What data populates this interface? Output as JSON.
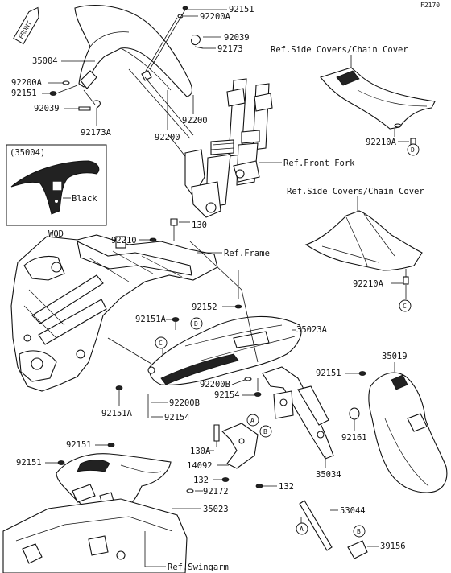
{
  "figure_code": "F2170",
  "front_badge": "FRONT",
  "part_labels": {
    "p92151_top": "92151",
    "p92200A_top": "92200A",
    "p92039_top": "92039",
    "p92173": "92173",
    "p35004": "35004",
    "p92200A_left": "92200A",
    "p92151_left": "92151",
    "p92039_left": "92039",
    "p92173A": "92173A",
    "p92200_a": "92200",
    "p92200_b": "92200",
    "p92210A_top": "92210A",
    "p92210": "92210",
    "p130": "130",
    "p92210A_mid": "92210A",
    "p92152": "92152",
    "p92151A_a": "92151A",
    "p35023A": "35023A",
    "p35019": "35019",
    "p92151_mid": "92151",
    "p92200B_a": "92200B",
    "p92154_a": "92154",
    "p92151A_b": "92151A",
    "p92200B_b": "92200B",
    "p92154_b": "92154",
    "p92161": "92161",
    "p130A": "130A",
    "p14092": "14092",
    "p35034": "35034",
    "p132_a": "132",
    "p132_b": "132",
    "p92151_low": "92151",
    "p92151_low2": "92151",
    "p92172": "92172",
    "p35023": "35023",
    "p53044": "53044",
    "p39156": "39156"
  },
  "references": {
    "side_covers_top": "Ref.Side Covers/Chain Cover",
    "front_fork": "Ref.Front Fork",
    "side_covers_mid": "Ref.Side Covers/Chain Cover",
    "frame": "Ref.Frame",
    "swingarm": "Ref.Swingarm"
  },
  "inset": {
    "part_number": "(35004)",
    "color_note": "Black",
    "variant": "WOD"
  },
  "callout_letters": {
    "a": "A",
    "b": "B",
    "c": "C",
    "d": "D"
  }
}
